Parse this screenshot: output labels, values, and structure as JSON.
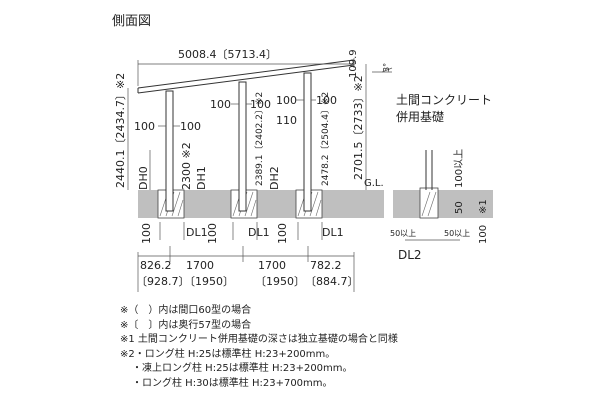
{
  "title": "側面図",
  "dims": {
    "overall_width": "5008.4〔5713.4〕",
    "roof_right": "109.9",
    "height_left": "2440.1〔2434.7〕※2",
    "height_right": "2701.5〔2733〕※2",
    "post_h1": "2300 ※2",
    "post_h2": "2389.1〔2402.2〕※2",
    "post_h3": "2478.2〔2504.4〕※2",
    "sp100_a": "100",
    "sp100_b": "100",
    "sp100_c": "100",
    "sp100_d": "100",
    "sp100_e": "100",
    "sp100_f": "100",
    "sp110": "110",
    "bottom_100a": "100",
    "bottom_100b": "100",
    "bottom_100c": "100",
    "span1": "826.2",
    "span1_alt": "〔928.7〕",
    "span2": "1700",
    "span2_alt": "〔1950〕",
    "span3": "1700",
    "span3_alt": "〔1950〕",
    "span4": "782.2",
    "span4_alt": "〔884.7〕",
    "gl": "G.L.",
    "slope": "3°",
    "found_100": "100以上",
    "found_50": "50",
    "found_note": "※1",
    "found_50a": "50以上",
    "found_50b": "50以上",
    "found_100b": "100"
  },
  "labels": {
    "dh0": "DH0",
    "dh1": "DH1",
    "dh2": "DH2",
    "dl1a": "DL1",
    "dl1b": "DL1",
    "dl1c": "DL1",
    "dl2": "DL2",
    "concrete_line1": "土間コンクリート",
    "concrete_line2": "併用基礎"
  },
  "notes": [
    "※（　）内は間口60型の場合",
    "※〔　〕内は奥行57型の場合",
    "※1 土間コンクリート併用基礎の深さは独立基礎の場合と同様",
    "※2・ロング柱 H:25は標準柱 H:23+200mm。",
    "・凍上ロング柱 H:25は標準柱 H:23+200mm。",
    "・ロング柱 H:30は標準柱 H:23+700mm。"
  ]
}
